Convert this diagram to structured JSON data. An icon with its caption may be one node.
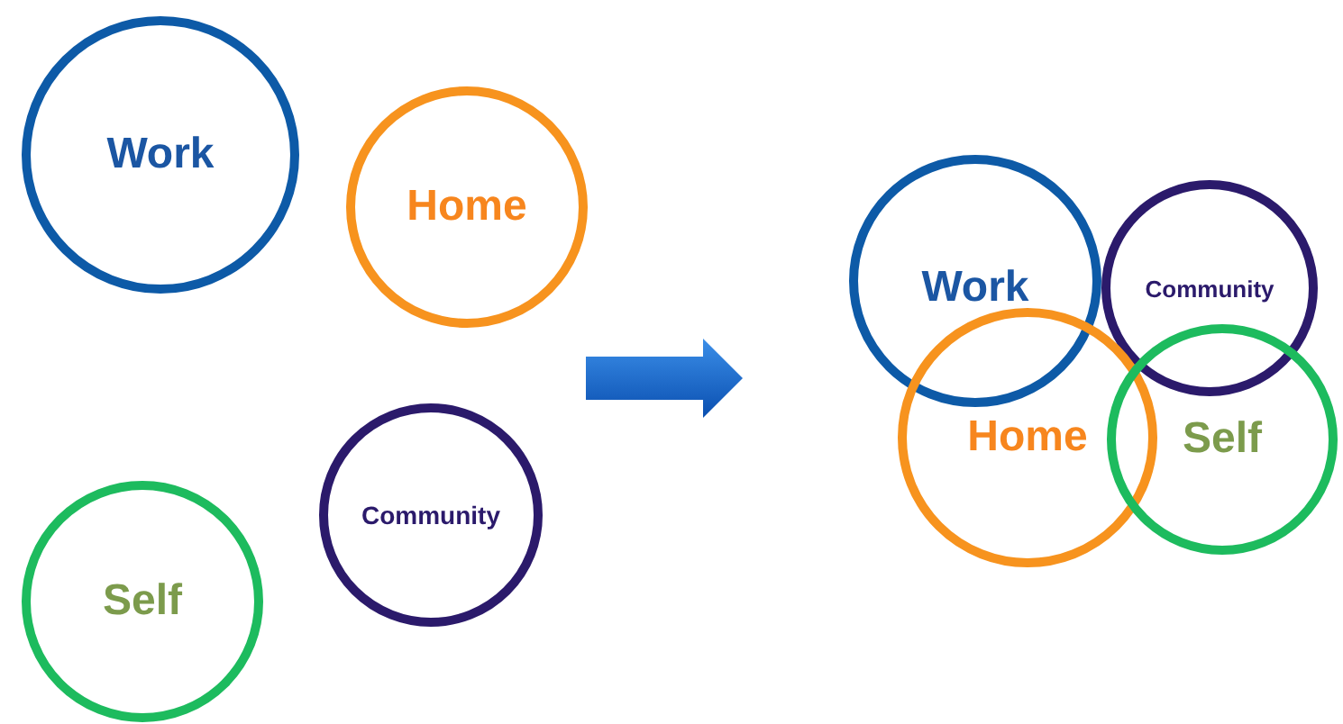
{
  "diagram": {
    "nodes": [
      {
        "text": [
          "Work"
        ]
      },
      {
        "text": [
          "Home"
        ]
      },
      {
        "text": [
          "Community"
        ]
      },
      {
        "text": [
          "Self"
        ]
      },
      {
        "text": [
          "Work"
        ]
      },
      {
        "text": [
          "Community"
        ]
      },
      {
        "text": [
          "Home"
        ]
      },
      {
        "text": [
          "Self"
        ]
      }
    ]
  }
}
